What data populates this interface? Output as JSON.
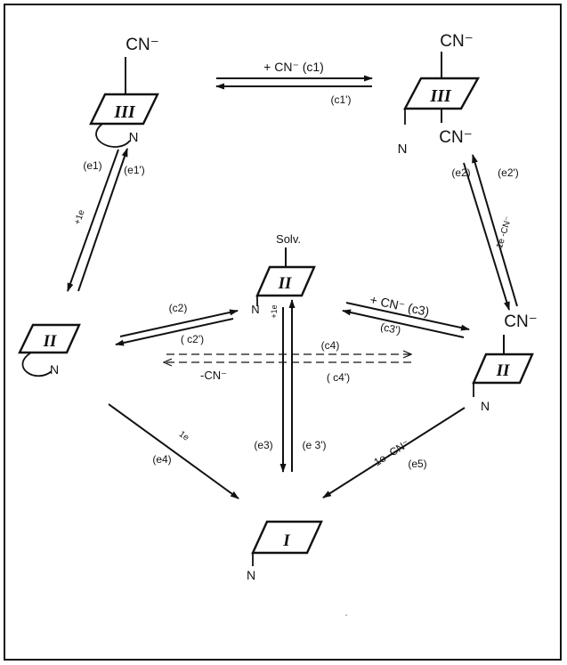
{
  "species": {
    "fe3_chelate": {
      "oxidation": "III",
      "ligand_top": "CN⁻",
      "ligand_bottom": "N"
    },
    "fe3_dicyano": {
      "oxidation": "III",
      "ligand_top": "CN⁻",
      "ligand_bottom": "CN⁻",
      "ligand_side": "N"
    },
    "fe2_solvato": {
      "oxidation": "II",
      "ligand_top": "Solv.",
      "ligand_side": "N"
    },
    "fe2_chelate": {
      "oxidation": "II",
      "ligand_bottom": "N"
    },
    "fe2_cyano": {
      "oxidation": "II",
      "ligand_top": "CN⁻",
      "ligand_side": "N"
    },
    "fe1": {
      "oxidation": "I",
      "ligand_side": "N"
    }
  },
  "reactions": {
    "c1_label": "+ CN⁻  (c1)",
    "c1r_label": "(c1')",
    "e1_label": "(e1)",
    "e1r_label": "(e1')",
    "e1_electron": "+1e",
    "e2_label": "(e2)",
    "e2r_label": "(e2')",
    "e2_electron": "1e  -CN⁻",
    "c2_label": "(c2)",
    "c2r_label": "( c2')",
    "c3_label": "+ CN⁻  (c3)",
    "c3r_label": "(c3')",
    "c4_label": "(c4)",
    "c4r_label": "( c4')",
    "c4_cn": "-CN⁻",
    "e3_label": "(e3)",
    "e3r_label": "(e 3')",
    "e3_electron": "+1e",
    "e4_label": "(e4)",
    "e4_electron": "1e",
    "e5_label": "(e5)",
    "e5_electron": "1e -CN⁻"
  }
}
